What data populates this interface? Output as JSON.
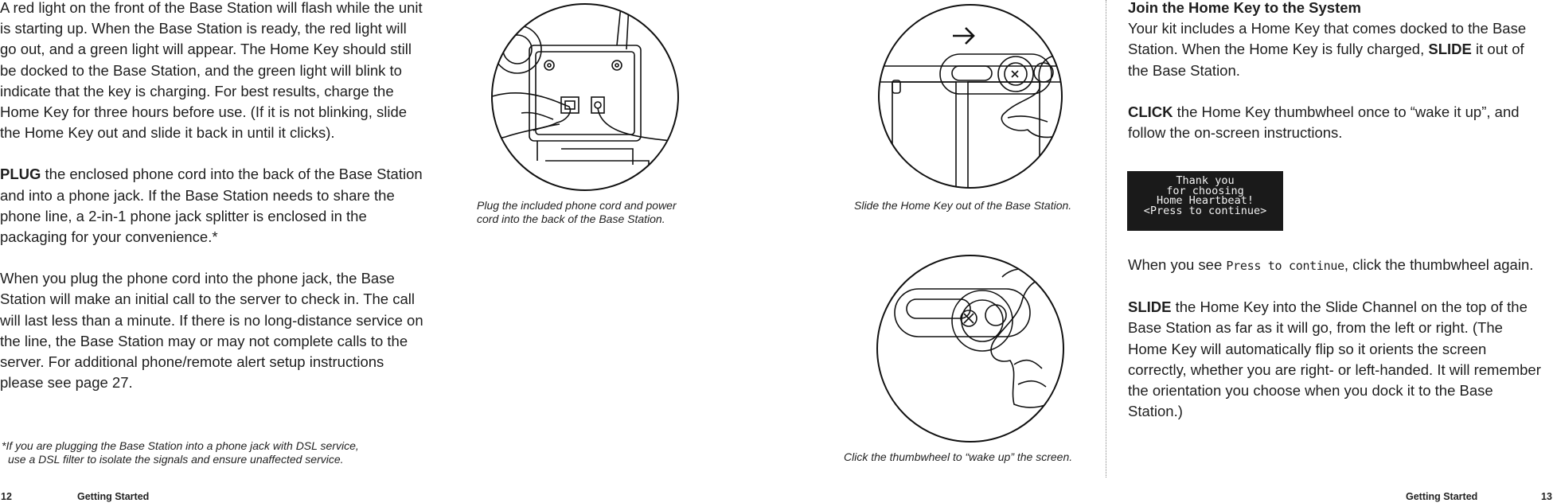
{
  "left_page": {
    "para1": "A red light on the front of the Base Station will flash while the unit is starting up. When the Base Station is ready, the red light will go out, and a green light will appear. The Home Key should still be docked to the Base Station, and the green light will blink to indicate that the key is charging. For best results, charge the Home Key for three hours before use. (If it is not blinking, slide the Home Key out and slide it back in until it clicks).",
    "para2_bold": "PLUG",
    "para2_rest": " the enclosed phone cord into the back of the Base Station and into a phone jack. If the Base Station needs to share the phone line, a 2-in-1 phone jack splitter is enclosed in the packaging for your convenience.*",
    "para3": "When you plug the phone cord into the phone jack, the Base Station will make an initial call to the server to check in. The call will last less than a minute. If there is no long-distance service on the line, the Base Station may or may not complete calls to the server. For additional phone/remote alert setup instructions please see page 27.",
    "footnote_line1": "*If you are plugging the Base Station into a phone jack with DSL service,",
    "footnote_line2": "use a DSL filter to isolate the signals and ensure unaffected service.",
    "caption_plug_line1": "Plug the included phone cord and power",
    "caption_plug_line2": "cord into the back of the Base Station.",
    "caption_slide": "Slide the Home Key out of the Base Station.",
    "caption_click": "Click the thumbwheel to “wake up” the screen.",
    "page_number": "12",
    "section": "Getting Started"
  },
  "right_page": {
    "heading": "Join the Home Key to the System",
    "intro_a": "Your kit includes a Home Key that comes docked to the Base Station. When the Home Key is fully charged, ",
    "intro_bold": "SLIDE",
    "intro_b": " it out of the Base Station.",
    "click_bold": "CLICK",
    "click_rest": " the Home Key thumbwheel once to “wake it up”, and follow the on-screen instructions.",
    "lcd": {
      "line1": "Thank you",
      "line2": "for choosing",
      "line3": "Home Heartbeat!",
      "line4": "<Press to continue>"
    },
    "see_a": "When you see ",
    "see_mono": "Press to continue",
    "see_b": ", click the thumbwheel again.",
    "slide_bold": "SLIDE",
    "slide_rest": " the Home Key into the Slide Channel on the top of the Base Station as far as it will go, from the left or right. (The Home Key will automatically flip so it orients the screen correctly, whether you are right- or left-handed. It will remember the orientation you choose when you dock it to the Base Station.)",
    "page_number": "13",
    "section": "Getting Started"
  }
}
